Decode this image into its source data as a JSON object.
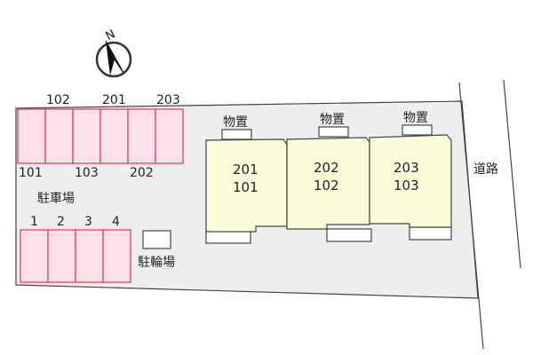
{
  "compass": {
    "north_label": "N"
  },
  "parking": {
    "label": "駐車場",
    "top_row": {
      "upper_labels": [
        "102",
        "201",
        "203"
      ],
      "lower_labels": [
        "101",
        "103",
        "202"
      ]
    },
    "bottom_row": {
      "labels": [
        "1",
        "2",
        "3",
        "4"
      ]
    }
  },
  "bicycle_parking": {
    "label": "駐輪場"
  },
  "storage": {
    "labels": [
      "物置",
      "物置",
      "物置"
    ]
  },
  "buildings": [
    {
      "upper": "201",
      "lower": "101"
    },
    {
      "upper": "202",
      "lower": "102"
    },
    {
      "upper": "203",
      "lower": "103"
    }
  ],
  "road": {
    "label": "道路"
  },
  "colors": {
    "lot_fill": "#eeeeee",
    "parking_fill": "#fde1ea",
    "parking_stroke": "#e8405e",
    "building_fill": "#fcfbd9",
    "outline": "#444444"
  }
}
